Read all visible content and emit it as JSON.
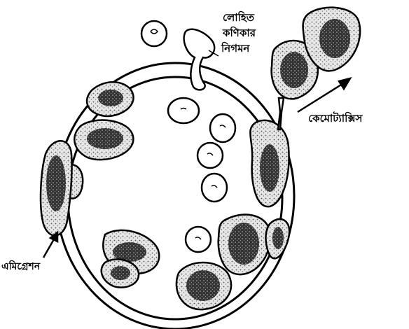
{
  "labels": {
    "rbc_diapedesis_line1": "লোহিত",
    "rbc_diapedesis_line2": "কণিকার",
    "rbc_diapedesis_line3": "নিগমন",
    "chemotaxis": "কেমোট্যাক্সিস",
    "migration": "এমিগ্রেশন"
  },
  "colors": {
    "ink": "#000000",
    "paper": "#ffffff",
    "cell_fill": "#e8e8e8",
    "nucleus": "#2a2a2a"
  }
}
